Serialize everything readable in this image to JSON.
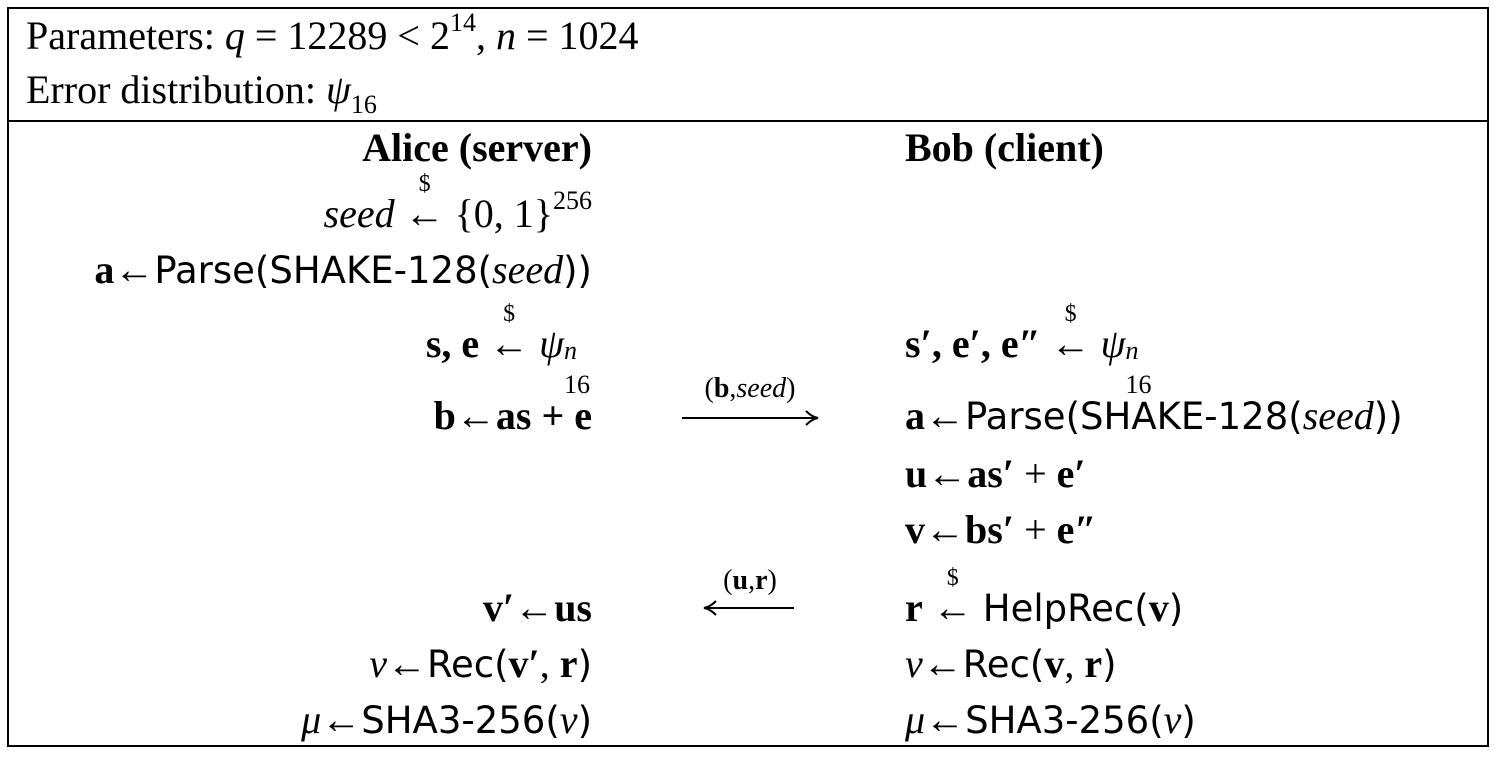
{
  "header": {
    "parameters_label": "Parameters:",
    "q_var": "q",
    "q_eq": "= 12289 <",
    "q_base": "2",
    "q_exp": "14",
    "comma": ",",
    "n_var": "n",
    "n_eq": "= 1024",
    "error_label": "Error distribution:",
    "psi": "ψ",
    "psi_sub": "16"
  },
  "alice": {
    "title": "Alice (server)",
    "seed_word": "seed",
    "set": "{0, 1}",
    "set_exp": "256",
    "a_sym": "a",
    "parse": "Parse(SHAKE-128(",
    "parse_close": "))",
    "se": "s, e",
    "psi_sup": "n",
    "b_sym": "b",
    "as_e": "as + e",
    "vprime": "v′",
    "us": "us",
    "nu": "ν",
    "rec": "Rec(",
    "rec_args_v": "v′",
    "rec_args_r": "r",
    "close": ")",
    "mu": "μ",
    "sha": "SHA3-256(",
    "sha_close": ")"
  },
  "bob": {
    "title": "Bob (client)",
    "se": "s′, e′, e″",
    "a_sym": "a",
    "parse": "Parse(SHAKE-128(",
    "parse_close": "))",
    "u_sym": "u",
    "u_rhs_bold": "as′",
    "u_rhs_tail": "e′",
    "v_sym": "v",
    "v_rhs_bold": "bs′",
    "v_rhs_tail": "e″",
    "r_sym": "r",
    "helprec": "HelpRec(",
    "helprec_arg": "v",
    "close": ")",
    "nu": "ν",
    "rec": "Rec(",
    "rec_arg_v": "v",
    "rec_arg_r": "r",
    "mu": "μ",
    "sha": "SHA3-256("
  },
  "messages": {
    "to_bob": "(b,seed)",
    "to_bob_b": "b",
    "to_bob_seed": "seed",
    "to_alice_u": "u",
    "to_alice_r": "r"
  },
  "symbols": {
    "left_arrow": "←",
    "dollar": "$",
    "plus": "+",
    "comma": ","
  }
}
